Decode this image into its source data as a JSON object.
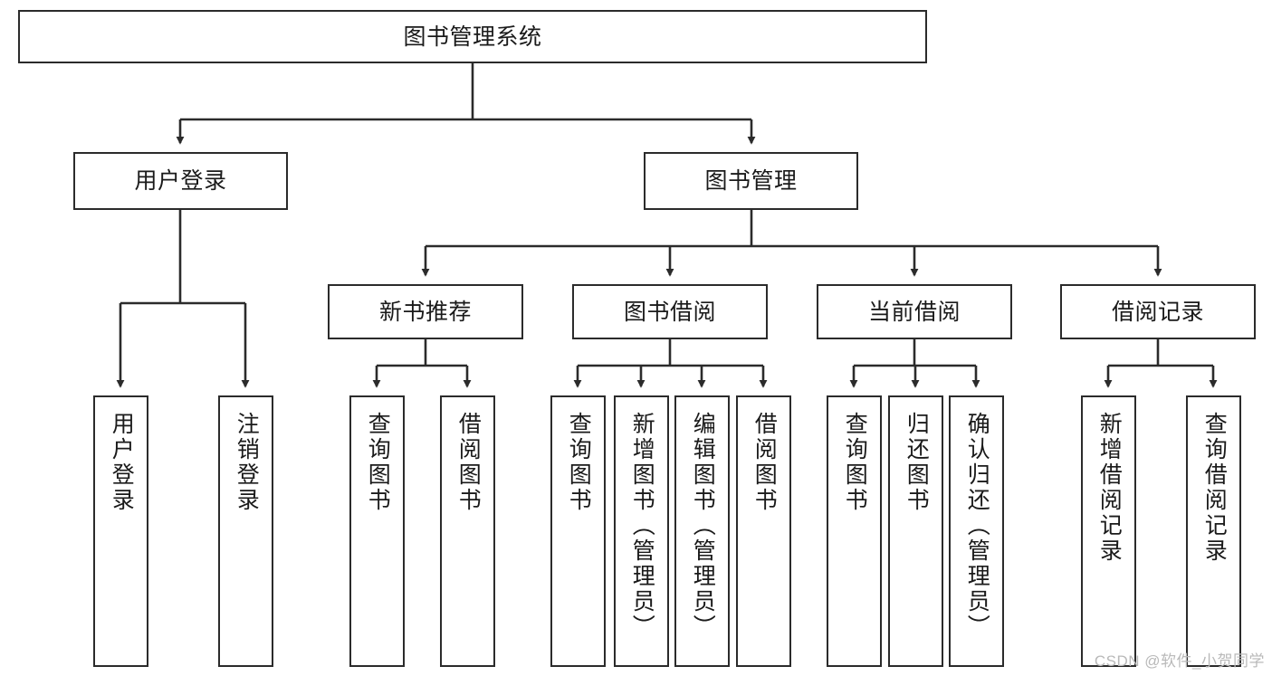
{
  "diagram": {
    "type": "tree-hierarchy-chart",
    "title": "图书管理系统",
    "orientation": "top-down",
    "box_border_color": "#2b2b2b",
    "box_fill_color": "#ffffff",
    "connector_color": "#2b2b2b",
    "root": {
      "label": "图书管理系统"
    },
    "level2": [
      {
        "label": "用户登录"
      },
      {
        "label": "图书管理"
      }
    ],
    "level3": [
      {
        "label": "新书推荐"
      },
      {
        "label": "图书借阅"
      },
      {
        "label": "当前借阅"
      },
      {
        "label": "借阅记录"
      }
    ],
    "leaves": {
      "user_login": [
        {
          "label": "用户登录"
        },
        {
          "label": "注销登录"
        }
      ],
      "new_book_recommend": [
        {
          "label": "查询图书"
        },
        {
          "label": "借阅图书"
        }
      ],
      "book_borrow": [
        {
          "label": "查询图书"
        },
        {
          "label": "新增图书（管理员）"
        },
        {
          "label": "编辑图书（管理员）"
        },
        {
          "label": "借阅图书"
        }
      ],
      "current_borrow": [
        {
          "label": "查询图书"
        },
        {
          "label": "归还图书"
        },
        {
          "label": "确认归还（管理员）"
        }
      ],
      "borrow_record": [
        {
          "label": "新增借阅记录"
        },
        {
          "label": "查询借阅记录"
        }
      ]
    }
  },
  "watermark": {
    "text": "CSDN @软件_小贺同学"
  }
}
